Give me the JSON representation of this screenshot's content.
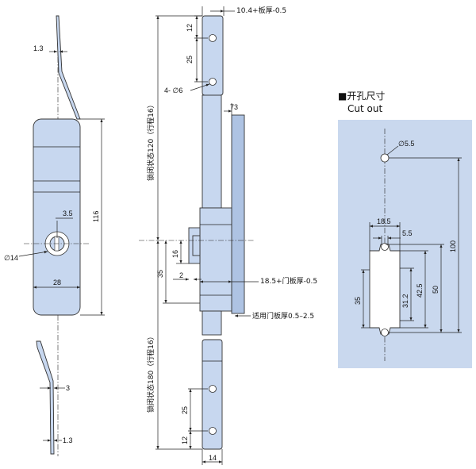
{
  "left_view": {
    "dim_top_thickness": "1.3",
    "dim_key": "3.5",
    "dim_diameter": "∅14",
    "dim_width": "28",
    "dim_height": "116",
    "dim_offset": "3",
    "dim_bottom_thickness": "1.3"
  },
  "middle_view": {
    "dim_top_width": "10.4+板厚-0.5",
    "dim_top_12": "12",
    "dim_top_25": "25",
    "dim_holes": "4- ∅6",
    "dim_73": "73",
    "label_closed_120": "锁闭状态120（行程16）",
    "dim_16": "16",
    "dim_35": "35",
    "dim_2": "2",
    "dim_door_offset": "18.5+门板厚-0.5",
    "dim_door_range": "适用门板厚0.5–2.5",
    "label_closed_180": "锁闭状态180（行程16）",
    "dim_bottom_25": "25",
    "dim_bottom_12": "12",
    "dim_bottom_width": "14"
  },
  "cutout": {
    "title": "■开孔尺寸",
    "subtitle": "Cut out",
    "panel_color": "#c9d8ee",
    "dim_hole": "∅5.5",
    "dim_18_5": "18.5",
    "dim_5_5": "5.5",
    "dim_100": "100",
    "dim_35": "35",
    "dim_31_2": "31.2",
    "dim_42_5": "42.5",
    "dim_50": "50"
  }
}
